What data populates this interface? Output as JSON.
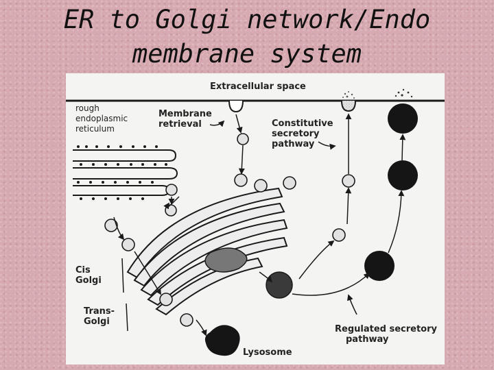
{
  "slide": {
    "title_line1": "ER to Golgi network/Endo",
    "title_line2": "membrane system"
  },
  "diagram": {
    "labels": {
      "extracellular_space": "Extracellular space",
      "rough_er_line1": "rough",
      "rough_er_line2": "endoplasmic",
      "rough_er_line3": "reticulum",
      "membrane_retrieval_line1": "Membrane",
      "membrane_retrieval_line2": "retrieval",
      "constitutive_line1": "Constitutive",
      "constitutive_line2": "secretory",
      "constitutive_line3": "pathway",
      "cis_golgi_line1": "Cis",
      "cis_golgi_line2": "Golgi",
      "trans_golgi_line1": "Trans-",
      "trans_golgi_line2": "Golgi",
      "lysosome": "Lysosome",
      "regulated_line1": "Regulated secretory",
      "regulated_line2": "pathway"
    }
  },
  "colors": {
    "background": "#d7a9b0",
    "diagram_bg": "#f4f4f2",
    "ink": "#1a1a1a",
    "vesicle_fill": "#e2e2e2"
  }
}
